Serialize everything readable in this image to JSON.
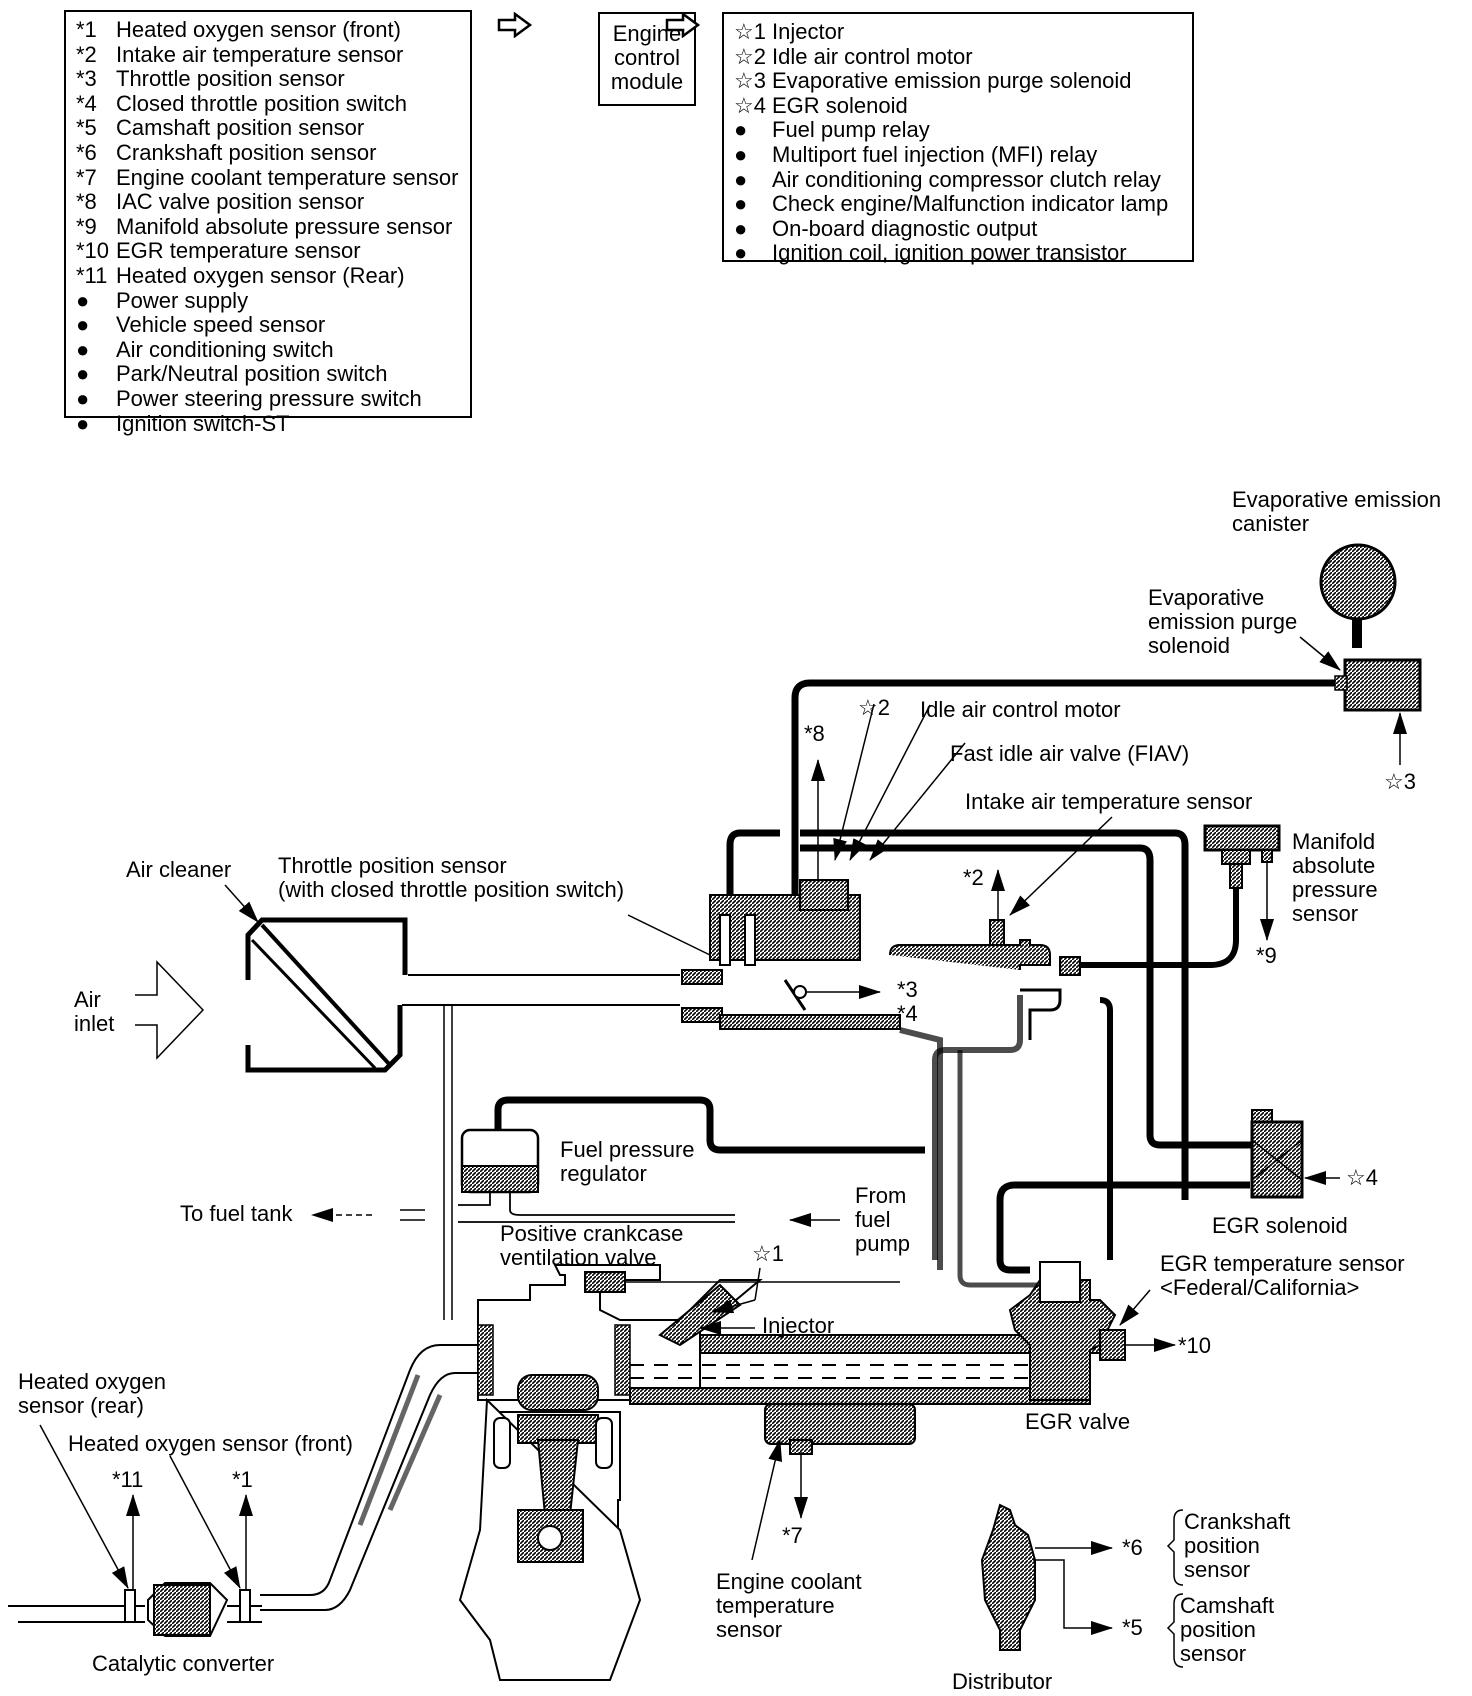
{
  "inputs_box": {
    "items": [
      {
        "key": "*1",
        "label": "Heated oxygen sensor (front)"
      },
      {
        "key": "*2",
        "label": "Intake air temperature sensor"
      },
      {
        "key": "*3",
        "label": "Throttle position sensor"
      },
      {
        "key": "*4",
        "label": "Closed throttle position switch"
      },
      {
        "key": "*5",
        "label": "Camshaft position sensor"
      },
      {
        "key": "*6",
        "label": "Crankshaft position sensor"
      },
      {
        "key": "*7",
        "label": "Engine coolant temperature sensor"
      },
      {
        "key": "*8",
        "label": "IAC valve position sensor"
      },
      {
        "key": "*9",
        "label": "Manifold absolute pressure sensor"
      },
      {
        "key": "*10",
        "label": "EGR temperature sensor"
      },
      {
        "key": "*11",
        "label": "Heated oxygen sensor (Rear)"
      },
      {
        "key": "●",
        "label": "Power supply"
      },
      {
        "key": "●",
        "label": "Vehicle speed sensor"
      },
      {
        "key": "●",
        "label": "Air conditioning switch"
      },
      {
        "key": "●",
        "label": "Park/Neutral position switch"
      },
      {
        "key": "●",
        "label": "Power steering pressure switch"
      },
      {
        "key": "●",
        "label": "Ignition switch-ST"
      }
    ]
  },
  "ecm_box": {
    "line1": "Engine",
    "line2": "control",
    "line3": "module"
  },
  "outputs_box": {
    "items": [
      {
        "key": "☆1",
        "label": "Injector"
      },
      {
        "key": "☆2",
        "label": "Idle air control motor"
      },
      {
        "key": "☆3",
        "label": "Evaporative emission purge solenoid"
      },
      {
        "key": "☆4",
        "label": "EGR solenoid"
      },
      {
        "key": "●",
        "label": "Fuel pump relay"
      },
      {
        "key": "●",
        "label": "Multiport fuel injection (MFI) relay"
      },
      {
        "key": "●",
        "label": "Air conditioning compressor clutch relay"
      },
      {
        "key": "●",
        "label": "Check engine/Malfunction indicator lamp"
      },
      {
        "key": "●",
        "label": "On-board diagnostic output"
      },
      {
        "key": "●",
        "label": "Ignition coil, ignition power transistor"
      }
    ]
  },
  "labels": {
    "evap_canister": [
      "Evaporative emission",
      "canister"
    ],
    "evap_purge": [
      "Evaporative",
      "emission purge",
      "solenoid"
    ],
    "star3": "☆3",
    "star2": "☆2",
    "iac_motor": "Idle air control motor",
    "fiav": "Fast idle air valve (FIAV)",
    "iat_sensor": "Intake air temperature sensor",
    "star8": "*8",
    "star_2": "*2",
    "map_sensor": [
      "Manifold",
      "absolute",
      "pressure",
      "sensor"
    ],
    "star9": "*9",
    "air_cleaner": "Air cleaner",
    "tps": [
      "Throttle position sensor",
      "(with closed throttle position switch)"
    ],
    "air_inlet": [
      "Air",
      "inlet"
    ],
    "star3_4": [
      "*3",
      "*4"
    ],
    "fuel_reg": [
      "Fuel pressure",
      "regulator"
    ],
    "to_fuel_tank": "To fuel tank",
    "from_fuel_pump": [
      "From",
      "fuel",
      "pump"
    ],
    "pcv": [
      "Positive crankcase",
      "ventilation valve"
    ],
    "star1": "☆1",
    "injector": "Injector",
    "egr_solenoid": "EGR solenoid",
    "star4": "☆4",
    "egr_temp": [
      "EGR temperature sensor",
      "<Federal/California>"
    ],
    "star10": "*10",
    "egr_valve": "EGR valve",
    "ho2_rear": [
      "Heated oxygen",
      "sensor (rear)"
    ],
    "ho2_front": "Heated oxygen sensor (front)",
    "star11": "*11",
    "star_1": "*1",
    "cat_conv": "Catalytic converter",
    "star7": "*7",
    "ect": [
      "Engine coolant",
      "temperature",
      "sensor"
    ],
    "star6": "*6",
    "ckp": [
      "Crankshaft",
      "position",
      "sensor"
    ],
    "star5": "*5",
    "cmp": [
      "Camshaft",
      "position",
      "sensor"
    ],
    "distributor": "Distributor"
  }
}
